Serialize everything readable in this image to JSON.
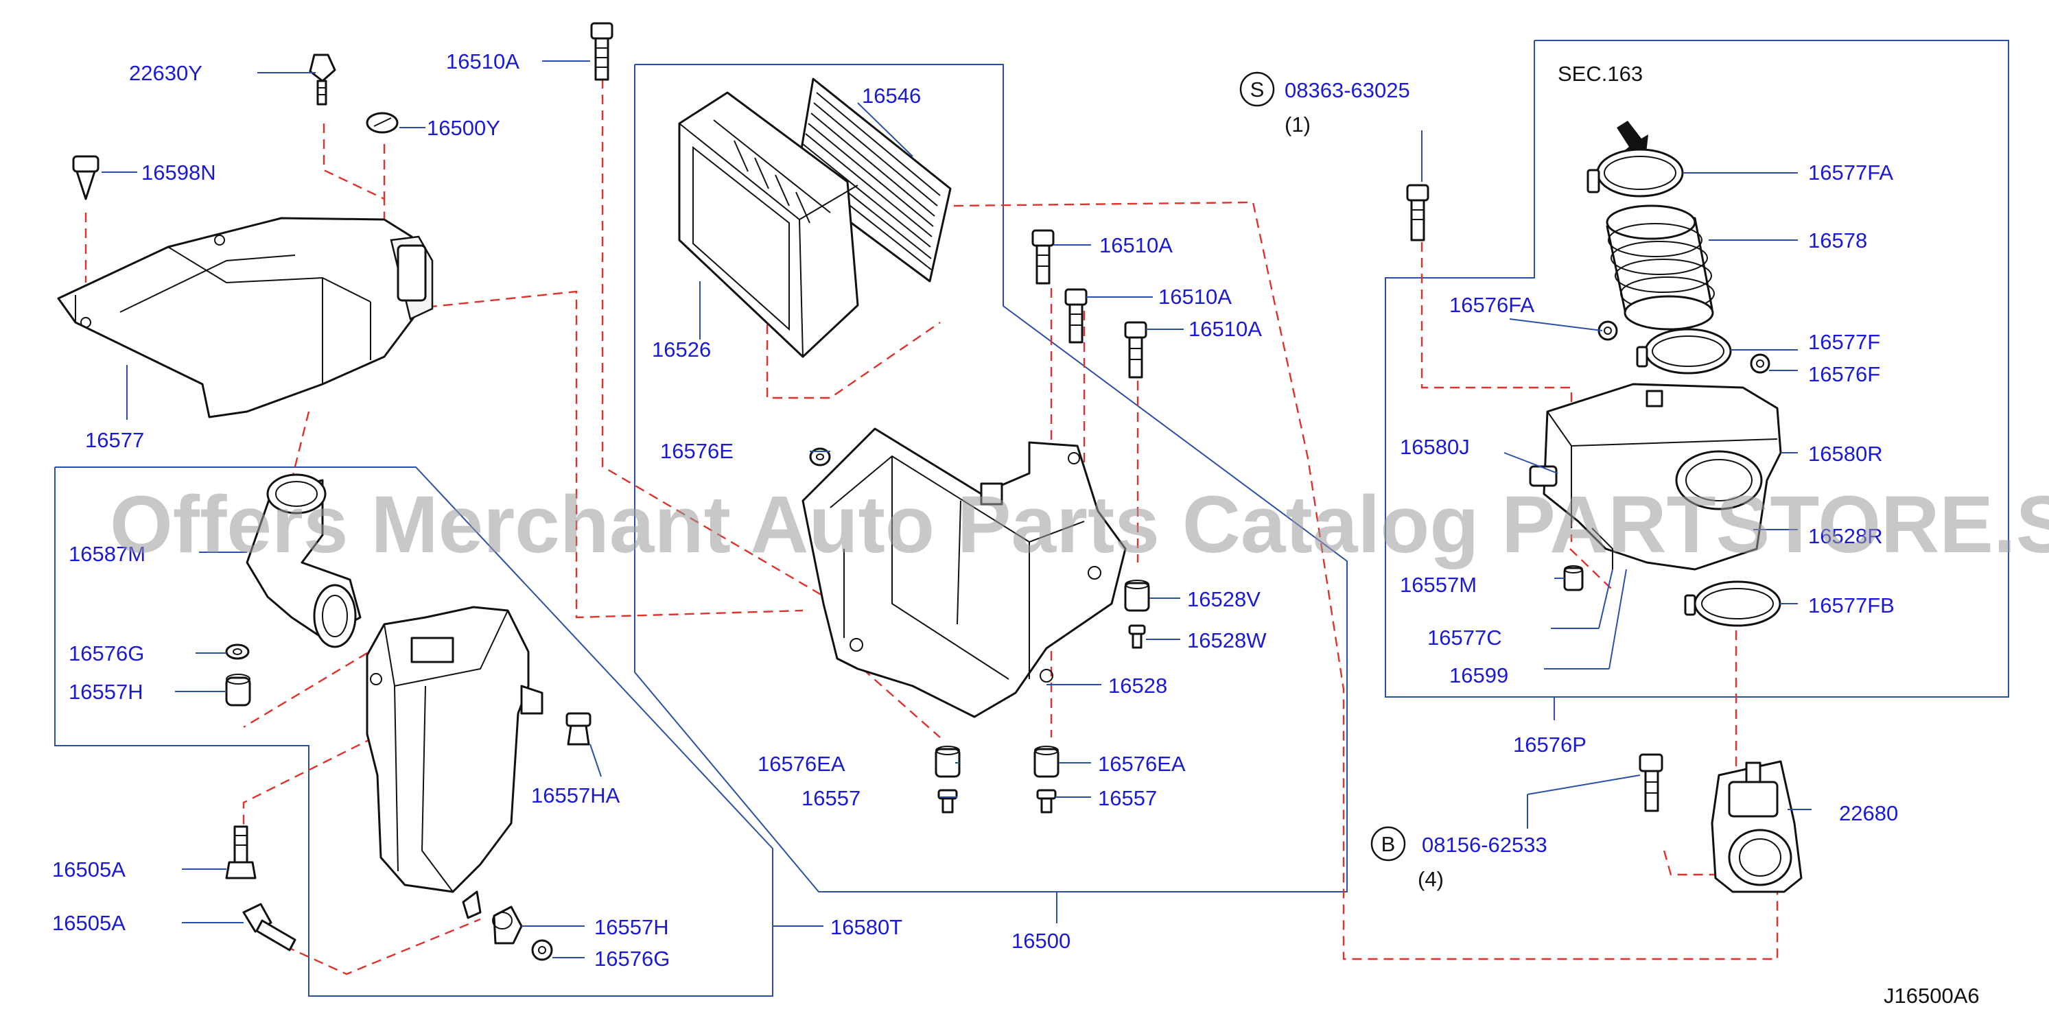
{
  "watermark": "Offers Merchant Auto Parts Catalog PARTSTORE.SA",
  "diagram_code": "J16500A6",
  "section_ref": "SEC.163",
  "fasteners": {
    "s_symbol": "S",
    "s_part": "08363-63025",
    "s_qty": "(1)",
    "b_symbol": "B",
    "b_part": "08156-62533",
    "b_qty": "(4)"
  },
  "labels": {
    "p22630Y": "22630Y",
    "p16510A_top": "16510A",
    "p16500Y": "16500Y",
    "p16598N": "16598N",
    "p16577": "16577",
    "p16546": "16546",
    "p16526": "16526",
    "p16510A_1": "16510A",
    "p16510A_2": "16510A",
    "p16510A_3": "16510A",
    "p16576E": "16576E",
    "p16587M": "16587M",
    "p16576G_a": "16576G",
    "p16557H_a": "16557H",
    "p16557HA": "16557HA",
    "p16505A_a": "16505A",
    "p16505A_b": "16505A",
    "p16557H_b": "16557H",
    "p16576G_b": "16576G",
    "p16580T": "16580T",
    "p16500": "16500",
    "p16528V": "16528V",
    "p16528W": "16528W",
    "p16528": "16528",
    "p16576EA_a": "16576EA",
    "p16557_a": "16557",
    "p16576EA_b": "16576EA",
    "p16557_b": "16557",
    "p16577FA": "16577FA",
    "p16578": "16578",
    "p16576FA": "16576FA",
    "p16577F": "16577F",
    "p16576F": "16576F",
    "p16580J": "16580J",
    "p16580R": "16580R",
    "p16528R": "16528R",
    "p16557M": "16557M",
    "p16577FB": "16577FB",
    "p16577C": "16577C",
    "p16599": "16599",
    "p16576P": "16576P",
    "p22680": "22680"
  }
}
